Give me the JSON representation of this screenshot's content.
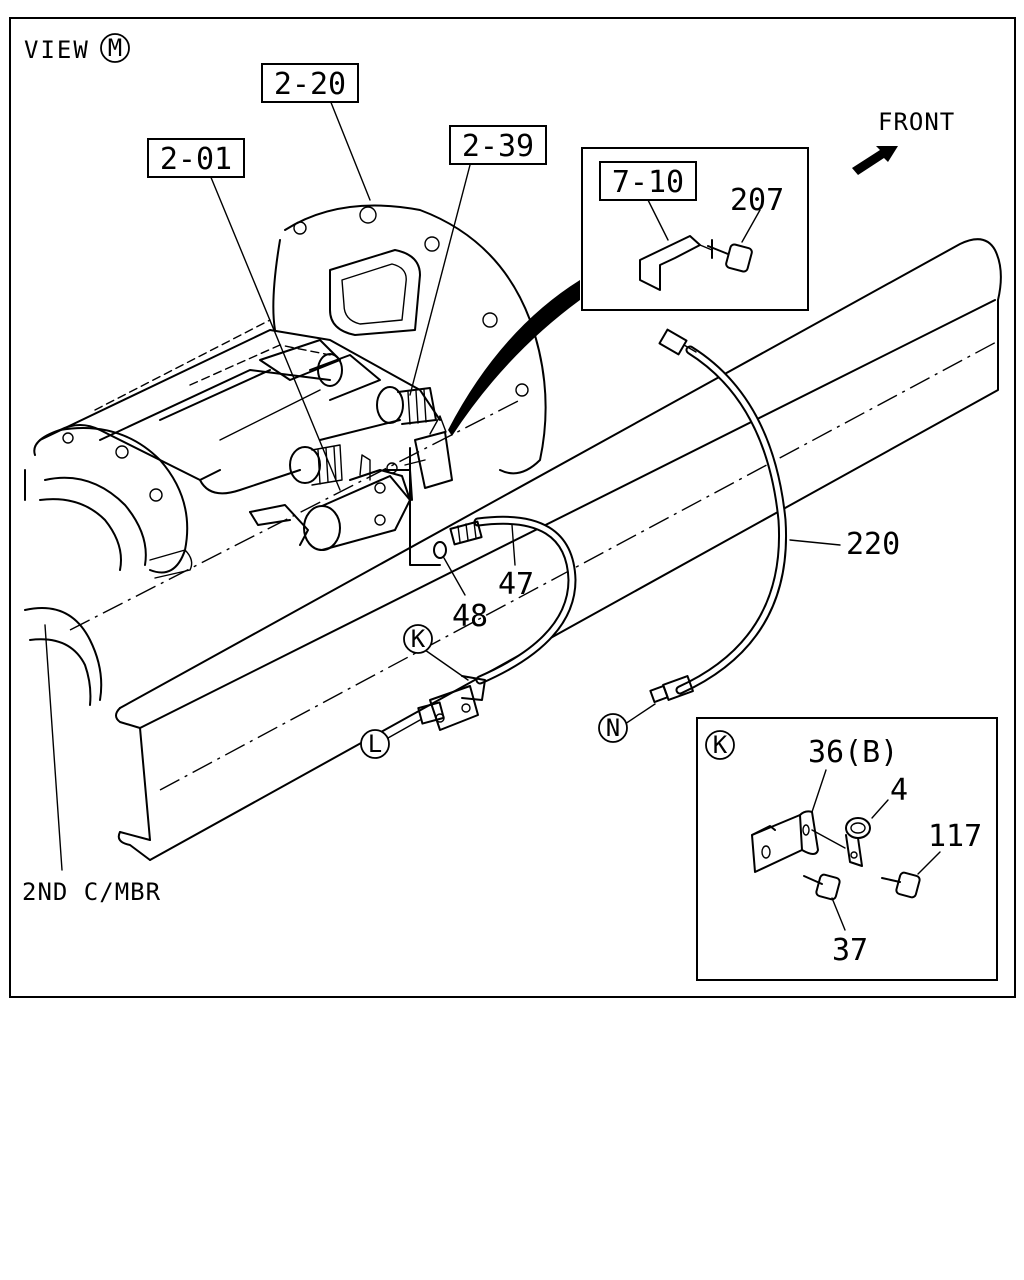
{
  "view_label": "VIEW",
  "view_marker": "M",
  "front_label": "FRONT",
  "member_label": "2ND C/MBR",
  "ref_boxes": {
    "r2_20": "2-20",
    "r2_01": "2-01",
    "r2_39": "2-39",
    "r7_10": "7-10"
  },
  "parts": {
    "p207": "207",
    "p220": "220",
    "p47": "47",
    "p48": "48",
    "p36b": "36(B)",
    "p4": "4",
    "p117": "117",
    "p37": "37"
  },
  "markers": {
    "k_main": "K",
    "l_main": "L",
    "n_main": "N",
    "k_detail": "K"
  }
}
